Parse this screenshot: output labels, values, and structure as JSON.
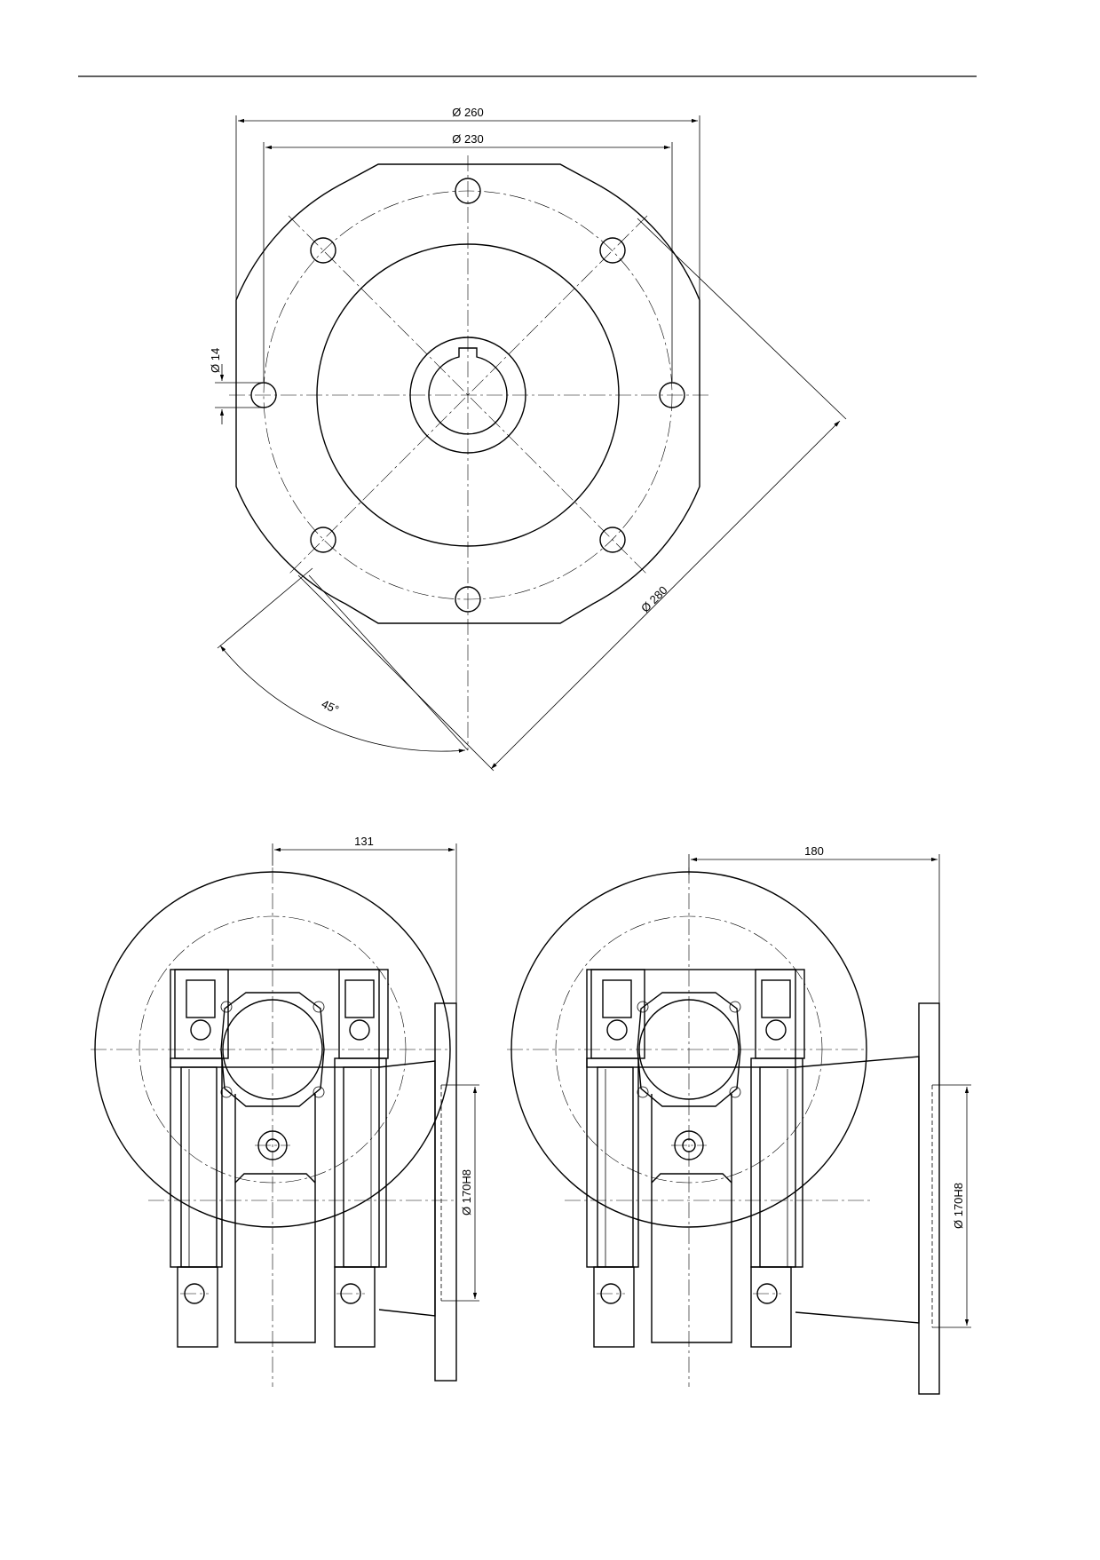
{
  "labels": {
    "d260": "Ø 260",
    "d230": "Ø 230",
    "d14": "Ø 14",
    "d280": "Ø 280",
    "angle45": "45°",
    "len131": "131",
    "len180": "180",
    "bore_left": "Ø 170H8",
    "bore_right": "Ø 170H8"
  }
}
